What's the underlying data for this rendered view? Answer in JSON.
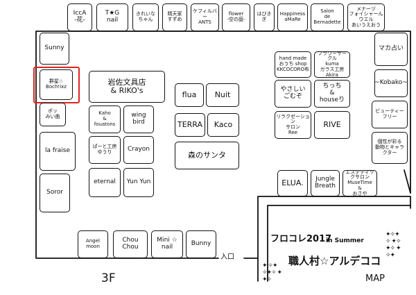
{
  "floor": "3F",
  "entrance": "入口",
  "event": {
    "title": "フロコレ2017",
    "subtitle": "in Summer",
    "village": "職人村☆アルデココ",
    "map": "MAP"
  },
  "stalls": {
    "top": [
      "IccA\n-花-",
      "T★G\nnail",
      "きれいな\nちゃん",
      "晴天家\nすずめ",
      "ケフィルバー\nANTS",
      "flower\n-空の庭-",
      "はびきぎ",
      "Happiness\naMaRe",
      "Salon\nde\nBernadette",
      "メナーヅ\nフォイシャーんウエル\nあいうえおう"
    ],
    "left": [
      "Sunny",
      "群星☆\nBoch!ixz",
      "ポッ\nみい曲",
      "la fraise",
      "Soror"
    ],
    "center": {
      "header": "岩佐文具店\n& RIKO's",
      "kaho": "Kaho\n&\nfouatons",
      "wing": "wing\nbird",
      "hatoe": "ぱーと工房\nゆうり",
      "crayon": "Crayon",
      "eternal": "eternal",
      "yunyun": "Yun Yun",
      "flua": "flua",
      "nuit": "Nuit",
      "terra": "TERRA",
      "kaco": "Kaco",
      "mori": "森のサンタ"
    },
    "right_cluster": {
      "handmade": "hand made\nおうち shop\nKKCOCORO布",
      "flower_circle": "フラワーサークル\nkuma\nガラス工房\nAkira",
      "yasashii": "やさしい\nごむぞ",
      "chicchi": "ちっち\n&\nhouseり",
      "relax": "リラクゼーション\nサロン\nRee",
      "rive": "RIVE"
    },
    "bottom_right": [
      "ELUA.",
      "Jungle\nBreath",
      "エステティックサロン\nMuseTime\n&\nおさや"
    ],
    "right": [
      "マカ占い",
      "~Kobako~",
      "ビューティー\nフリー",
      "個性が彩る\n動物とキャラクター"
    ],
    "bottom": [
      "Angel\nmoon",
      "Chou Chou",
      "Mini ☆\nnail",
      "Bunny"
    ]
  }
}
